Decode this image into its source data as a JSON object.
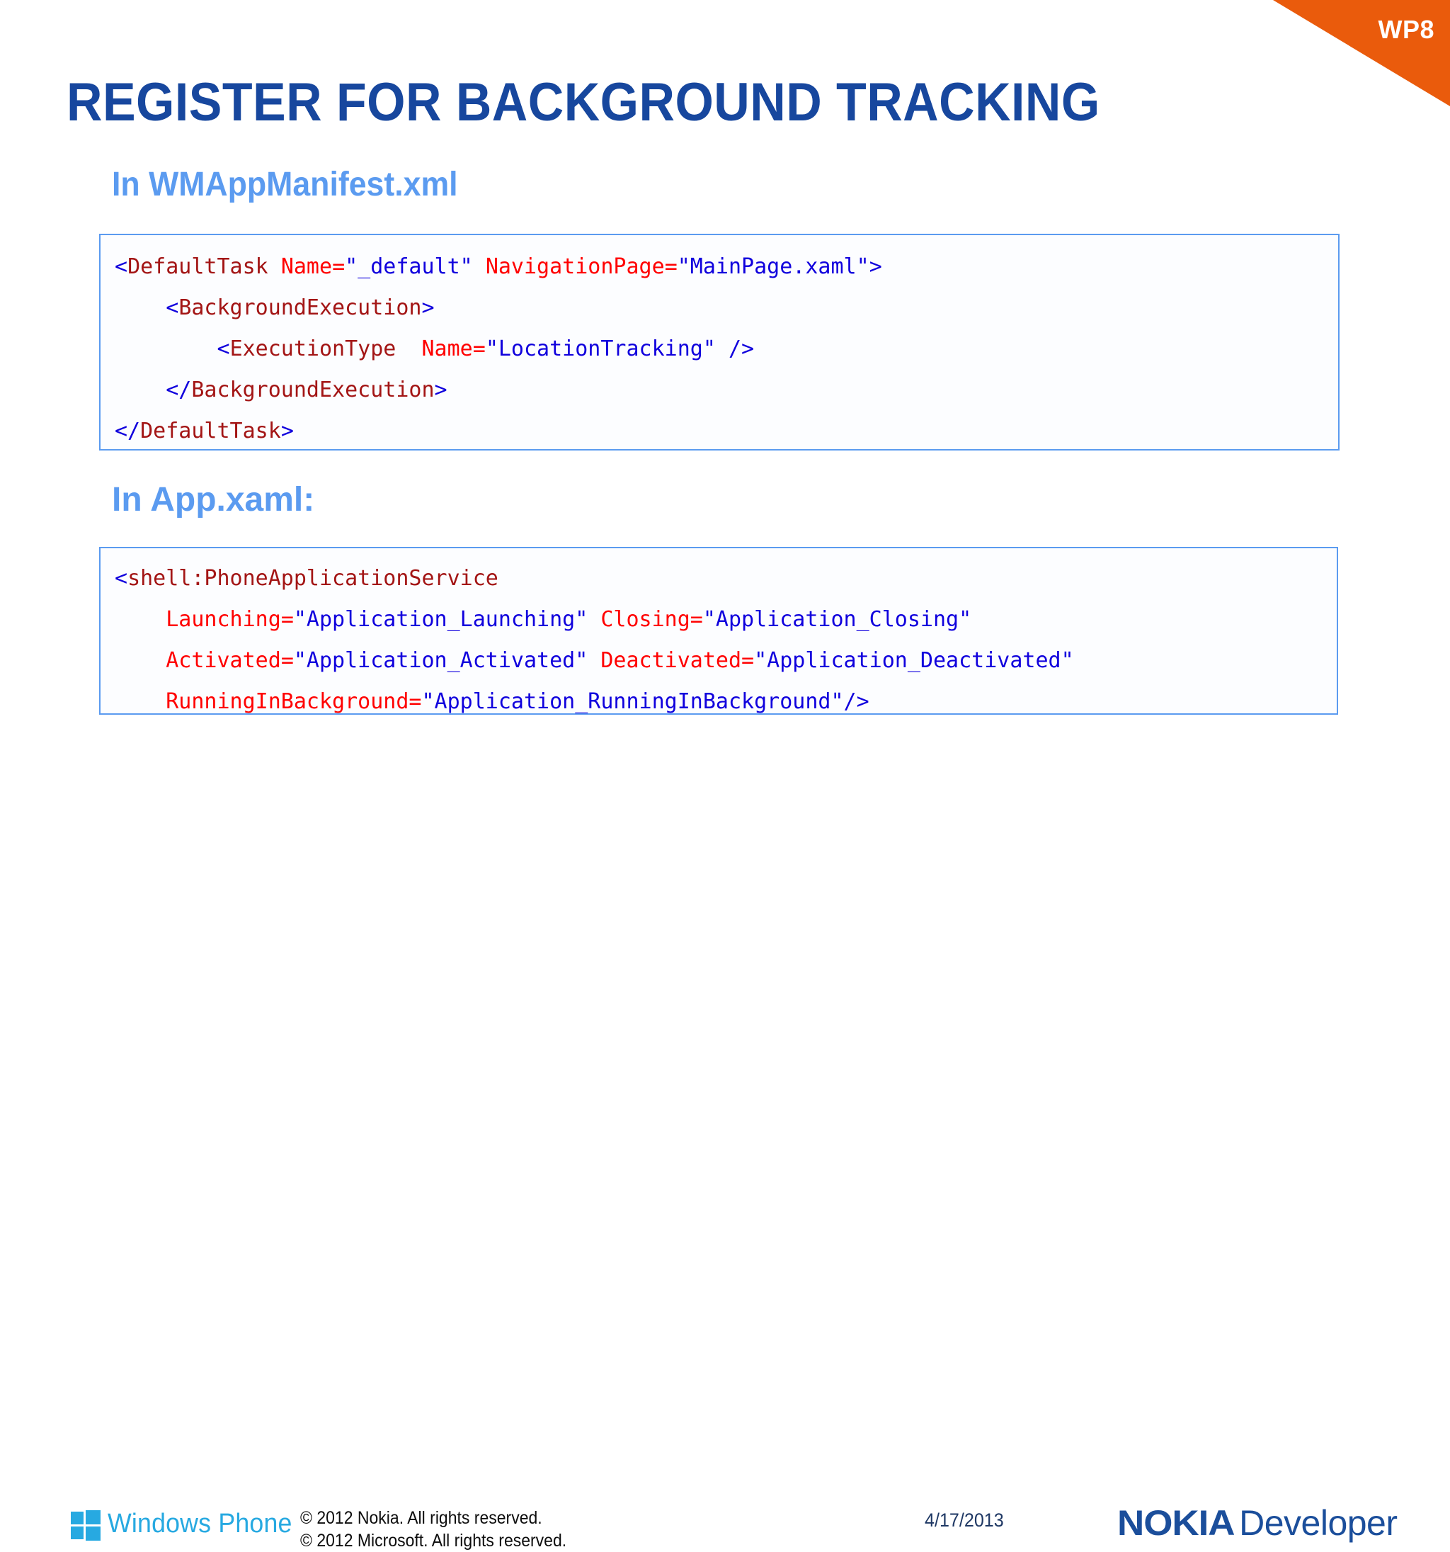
{
  "corner_badge": {
    "label": "WP8",
    "color": "#EA5B0C"
  },
  "title": "REGISTER FOR BACKGROUND TRACKING",
  "title_color": "#17479E",
  "heading_color": "#5B9BF0",
  "sections": [
    {
      "heading": "In WMAppManifest.xml",
      "code_lines": [
        [
          {
            "t": "<",
            "c": "bracket"
          },
          {
            "t": "DefaultTask",
            "c": "tag"
          },
          {
            "t": " ",
            "c": "plain"
          },
          {
            "t": "Name",
            "c": "attr"
          },
          {
            "t": "=",
            "c": "eq"
          },
          {
            "t": "\"_default\"",
            "c": "val"
          },
          {
            "t": " ",
            "c": "plain"
          },
          {
            "t": "NavigationPage",
            "c": "attr"
          },
          {
            "t": "=",
            "c": "eq"
          },
          {
            "t": "\"MainPage.xaml\"",
            "c": "val"
          },
          {
            "t": ">",
            "c": "bracket"
          }
        ],
        [
          {
            "t": "    ",
            "c": "plain"
          },
          {
            "t": "<",
            "c": "bracket"
          },
          {
            "t": "BackgroundExecution",
            "c": "tag"
          },
          {
            "t": ">",
            "c": "bracket"
          }
        ],
        [
          {
            "t": "        ",
            "c": "plain"
          },
          {
            "t": "<",
            "c": "bracket"
          },
          {
            "t": "ExecutionType",
            "c": "tag"
          },
          {
            "t": "  ",
            "c": "plain"
          },
          {
            "t": "Name",
            "c": "attr"
          },
          {
            "t": "=",
            "c": "eq"
          },
          {
            "t": "\"LocationTracking\"",
            "c": "val"
          },
          {
            "t": " ",
            "c": "plain"
          },
          {
            "t": "/>",
            "c": "bracket"
          }
        ],
        [
          {
            "t": "    ",
            "c": "plain"
          },
          {
            "t": "</",
            "c": "bracket"
          },
          {
            "t": "BackgroundExecution",
            "c": "tag"
          },
          {
            "t": ">",
            "c": "bracket"
          }
        ],
        [
          {
            "t": "</",
            "c": "bracket"
          },
          {
            "t": "DefaultTask",
            "c": "tag"
          },
          {
            "t": ">",
            "c": "bracket"
          }
        ]
      ]
    },
    {
      "heading": "In App.xaml:",
      "code_lines": [
        [
          {
            "t": "<",
            "c": "bracket"
          },
          {
            "t": "shell:PhoneApplicationService",
            "c": "tag"
          }
        ],
        [
          {
            "t": "    ",
            "c": "plain"
          },
          {
            "t": "Launching",
            "c": "attr"
          },
          {
            "t": "=",
            "c": "eq"
          },
          {
            "t": "\"Application_Launching\"",
            "c": "val"
          },
          {
            "t": " ",
            "c": "plain"
          },
          {
            "t": "Closing",
            "c": "attr"
          },
          {
            "t": "=",
            "c": "eq"
          },
          {
            "t": "\"Application_Closing\"",
            "c": "val"
          }
        ],
        [
          {
            "t": "    ",
            "c": "plain"
          },
          {
            "t": "Activated",
            "c": "attr"
          },
          {
            "t": "=",
            "c": "eq"
          },
          {
            "t": "\"Application_Activated\"",
            "c": "val"
          },
          {
            "t": " ",
            "c": "plain"
          },
          {
            "t": "Deactivated",
            "c": "attr"
          },
          {
            "t": "=",
            "c": "eq"
          },
          {
            "t": "\"Application_Deactivated\"",
            "c": "val"
          }
        ],
        [
          {
            "t": "    ",
            "c": "plain"
          },
          {
            "t": "RunningInBackground",
            "c": "attr"
          },
          {
            "t": "=",
            "c": "eq"
          },
          {
            "t": "\"Application_RunningInBackground\"",
            "c": "val"
          },
          {
            "t": "/>",
            "c": "bracket"
          }
        ]
      ]
    }
  ],
  "footer": {
    "windows_phone_label": "Windows Phone",
    "windows_phone_color": "#27A9E1",
    "copyright_line1": "© 2012 Nokia. All rights reserved.",
    "copyright_line2": "© 2012 Microsoft. All rights reserved.",
    "date": "4/17/2013",
    "nokia_word": "NOKIA",
    "developer_word": "Developer",
    "nokia_color": "#1B4E9B"
  }
}
